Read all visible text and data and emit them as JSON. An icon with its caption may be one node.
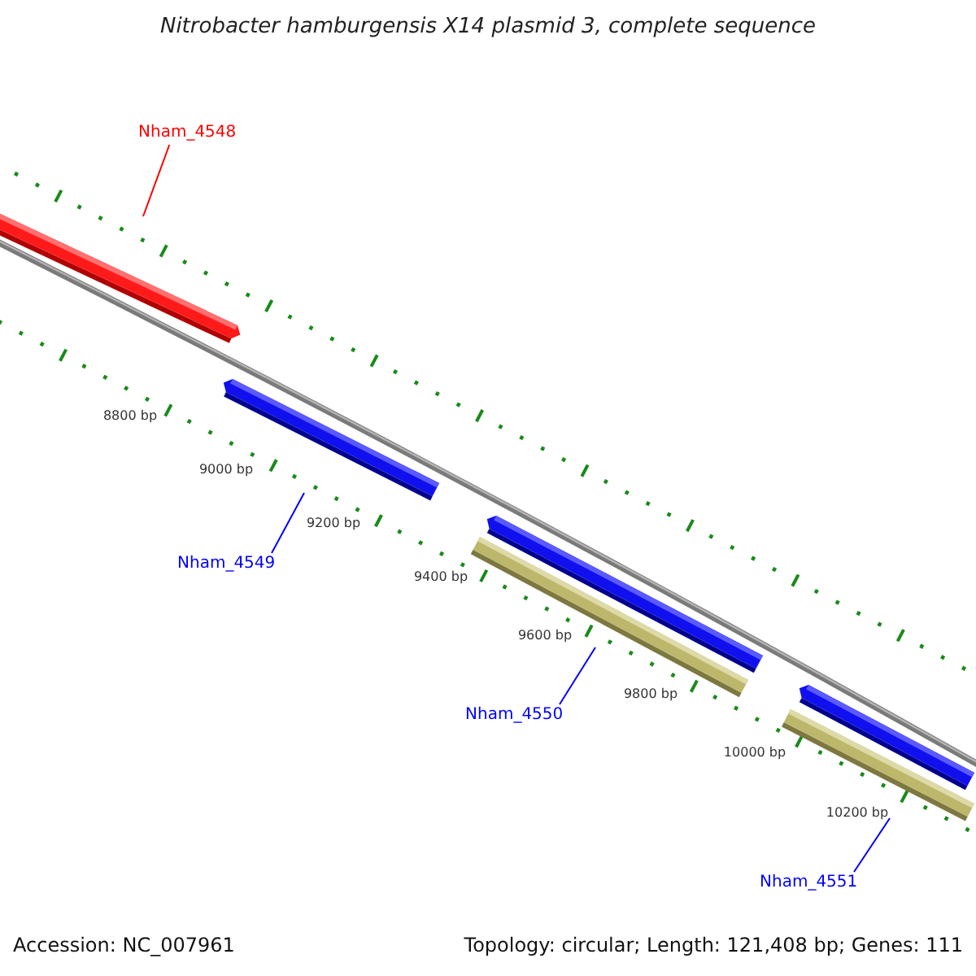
{
  "diagram": {
    "title": "Nitrobacter hamburgensis X14 plasmid 3, complete sequence",
    "nodes": [
      {
        "text": [
          "Nham_4548"
        ]
      },
      {
        "text": [],
        "shape": "bar"
      },
      {
        "text": [],
        "shape": "bar"
      },
      {
        "text": [
          "Nham_4549"
        ]
      },
      {
        "text": [],
        "shape": "bar"
      },
      {
        "text": [],
        "shape": "bar"
      },
      {
        "text": [
          "Nham_4550"
        ]
      },
      {
        "text": [],
        "shape": "bar"
      },
      {
        "text": [],
        "shape": "bar"
      },
      {
        "text": [
          "Nham_4551"
        ]
      }
    ],
    "edges": [
      {
        "from": 0,
        "to": 1,
        "arrow": "none",
        "color": "#ff0000"
      },
      {
        "from": 3,
        "to": 2,
        "arrow": "none"
      },
      {
        "from": 6,
        "to": 5,
        "arrow": "none"
      },
      {
        "from": 9,
        "to": 8,
        "arrow": "none"
      }
    ],
    "labels": [
      "8800 bp",
      "9000 bp",
      "9200 bp",
      "9400 bp",
      "9600 bp",
      "9800 bp",
      "10000 bp",
      "10200 bp",
      "Accession: NC_007961",
      "Topology: circular; Length: 121,408 bp; Genes: 111"
    ]
  }
}
